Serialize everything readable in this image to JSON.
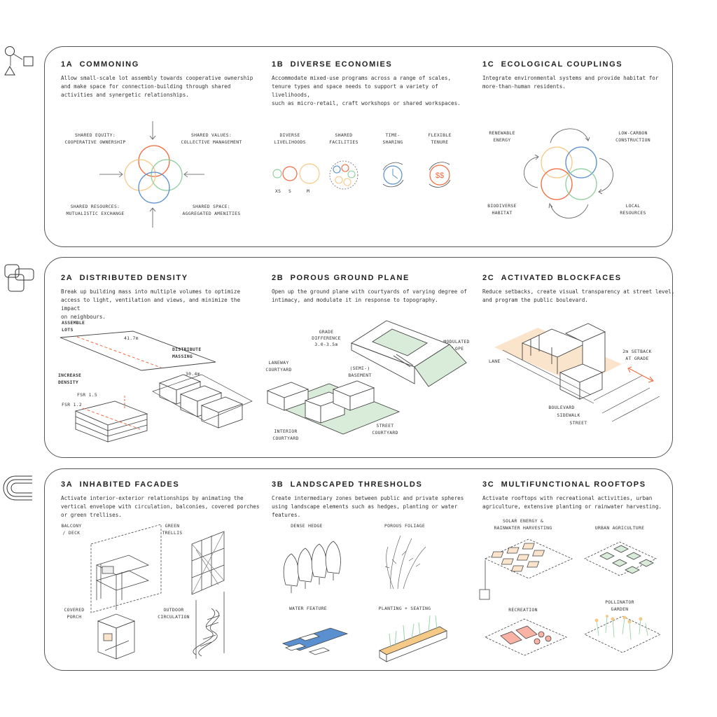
{
  "rows": [
    {
      "sections": [
        {
          "code": "1A",
          "title": "COMMONING",
          "desc": [
            "Allow small-scale lot assembly towards cooperative ownership",
            "and make space for connection-building through shared",
            "activities and synergetic relationships."
          ]
        },
        {
          "code": "1B",
          "title": "DIVERSE ECONOMIES",
          "desc": [
            "Accommodate mixed-use programs across a range of scales,",
            "tenure types and space needs to support a variety of livelihoods,",
            "such as micro-retail, craft workshops or shared workspaces."
          ]
        },
        {
          "code": "1C",
          "title": "ECOLOGICAL COUPLINGS",
          "desc": [
            "Integrate environmental systems and provide habitat for",
            "more-than-human residents."
          ]
        }
      ]
    },
    {
      "sections": [
        {
          "code": "2A",
          "title": "DISTRIBUTED DENSITY",
          "desc": [
            "Break up building mass into multiple volumes to optimize",
            "access to light, ventilation and views, and minimize the impact",
            "on neighbours."
          ]
        },
        {
          "code": "2B",
          "title": "POROUS GROUND PLANE",
          "desc": [
            "Open up the ground plane with courtyards of varying degree of",
            "intimacy, and modulate it in response to topography."
          ]
        },
        {
          "code": "2C",
          "title": "ACTIVATED BLOCKFACES",
          "desc": [
            "Reduce setbacks, create visual transparency at street level,",
            "and program the public boulevard."
          ]
        }
      ]
    },
    {
      "sections": [
        {
          "code": "3A",
          "title": "INHABITED FACADES",
          "desc": [
            "Activate interior-exterior relationships by animating the",
            "vertical envelope with circulation, balconies, covered porches",
            "or green trellises."
          ]
        },
        {
          "code": "3B",
          "title": "LANDSCAPED THRESHOLDS",
          "desc": [
            "Create intermediary zones between public and private spheres",
            "using landscape elements such as hedges, planting or water",
            "features."
          ]
        },
        {
          "code": "3C",
          "title": "MULTIFUNCTIONAL ROOFTOPS",
          "desc": [
            "Activate rooftops with recreational activities, urban",
            "agriculture, extensive planting or rainwater harvesting."
          ]
        }
      ]
    }
  ],
  "labels": {
    "commoning": {
      "tl": [
        "SHARED EQUITY:",
        "COOPERATIVE OWNERSHIP"
      ],
      "tr": [
        "SHARED VALUES:",
        "COLLECTIVE MANAGEMENT"
      ],
      "bl": [
        "SHARED RESOURCES:",
        "MUTUALISTIC EXCHANGE"
      ],
      "br": [
        "SHARED SPACE:",
        "AGGREGATED AMENITIES"
      ]
    },
    "economies": {
      "cols": [
        [
          "DIVERSE",
          "LIVELIHOODS"
        ],
        [
          "SHARED",
          "FACILITIES"
        ],
        [
          "TIME-",
          "SHARING"
        ],
        [
          "FLEXIBLE",
          "TENURE"
        ]
      ],
      "sizes": [
        "XS",
        "S",
        "M"
      ],
      "money": "$$"
    },
    "ecology": {
      "tl": [
        "RENEWABLE",
        "ENERGY"
      ],
      "tr": [
        "LOW-CARBON",
        "CONSTRUCTION"
      ],
      "bl": [
        "BIODIVERSE",
        "HABITAT"
      ],
      "br": [
        "LOCAL",
        "RESOURCES"
      ]
    },
    "density": {
      "assemble": [
        "ASSEMBLE",
        "LOTS"
      ],
      "dim1": "41.7m",
      "dim2": "30.4m",
      "increase": [
        "INCREASE",
        "DENSITY"
      ],
      "fsr15": "FSR 1.5",
      "fsr12": "FSR 1.2",
      "distribute": [
        "DISTRIBUTE",
        "MASSING"
      ]
    },
    "porous": {
      "grade": [
        "GRADE",
        "DIFFERENCE",
        "3.0-3.5m"
      ],
      "slope": [
        "MODULATED",
        "SLOPE"
      ],
      "laneway": [
        "LANEWAY",
        "COURTYARD"
      ],
      "basement": [
        "(SEMI-)",
        "BASEMENT"
      ],
      "interior": [
        "INTERIOR",
        "COURTYARD"
      ],
      "street": [
        "STREET",
        "COURTYARD"
      ]
    },
    "blockfaces": {
      "lane": "LANE",
      "setback": [
        "2m SETBACK",
        "AT GRADE"
      ],
      "blvd": [
        "BOULEVARD",
        "SIDEWALK",
        "STREET"
      ]
    },
    "facades": {
      "balcony": [
        "BALCONY",
        "/ DECK"
      ],
      "trellis": [
        "GREEN",
        "TRELLIS"
      ],
      "porch": [
        "COVERED",
        "PORCH"
      ],
      "circ": [
        "OUTDOOR",
        "CIRCULATION"
      ]
    },
    "thresholds": {
      "hedge": "DENSE HEDGE",
      "foliage": "POROUS FOLIAGE",
      "water": "WATER FEATURE",
      "planting": "PLANTING + SEATING"
    },
    "rooftops": {
      "solar": [
        "SOLAR ENERGY &",
        "RAINWATER HARVESTING"
      ],
      "agri": "URBAN AGRICULTURE",
      "rec": "RECREATION",
      "poll": [
        "POLLINATOR",
        "GARDEN"
      ]
    }
  },
  "colors": {
    "orange": "#f26a3d",
    "red": "#e8472f",
    "yellow": "#f7c987",
    "green": "#8fcf9e",
    "blue": "#5a8fd0",
    "lightgreen": "#d9ecd9",
    "peach": "#fbe4cc",
    "line": "#444444"
  }
}
